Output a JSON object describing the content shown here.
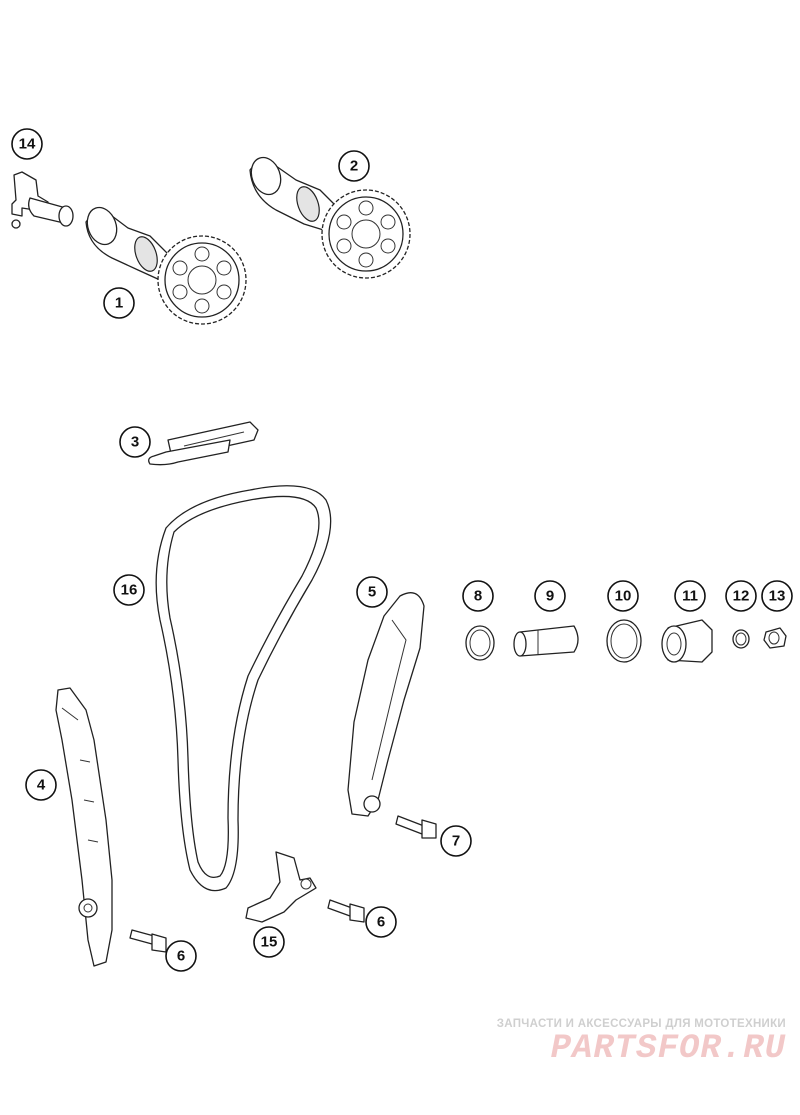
{
  "diagram": {
    "callouts": [
      {
        "id": "c14",
        "label": "14"
      },
      {
        "id": "c1",
        "label": "1"
      },
      {
        "id": "c2",
        "label": "2"
      },
      {
        "id": "c3",
        "label": "3"
      },
      {
        "id": "c16",
        "label": "16"
      },
      {
        "id": "c5",
        "label": "5"
      },
      {
        "id": "c8",
        "label": "8"
      },
      {
        "id": "c9",
        "label": "9"
      },
      {
        "id": "c10",
        "label": "10"
      },
      {
        "id": "c11",
        "label": "11"
      },
      {
        "id": "c12",
        "label": "12"
      },
      {
        "id": "c13",
        "label": "13"
      },
      {
        "id": "c4",
        "label": "4"
      },
      {
        "id": "c7",
        "label": "7"
      },
      {
        "id": "c6a",
        "label": "6"
      },
      {
        "id": "c6b",
        "label": "6"
      },
      {
        "id": "c15",
        "label": "15"
      }
    ]
  },
  "watermark": {
    "tagline": "ЗАПЧАСТИ И АКСЕССУАРЫ ДЛЯ МОТОТЕХНИКИ",
    "logo": "PARTSFOR.RU"
  }
}
